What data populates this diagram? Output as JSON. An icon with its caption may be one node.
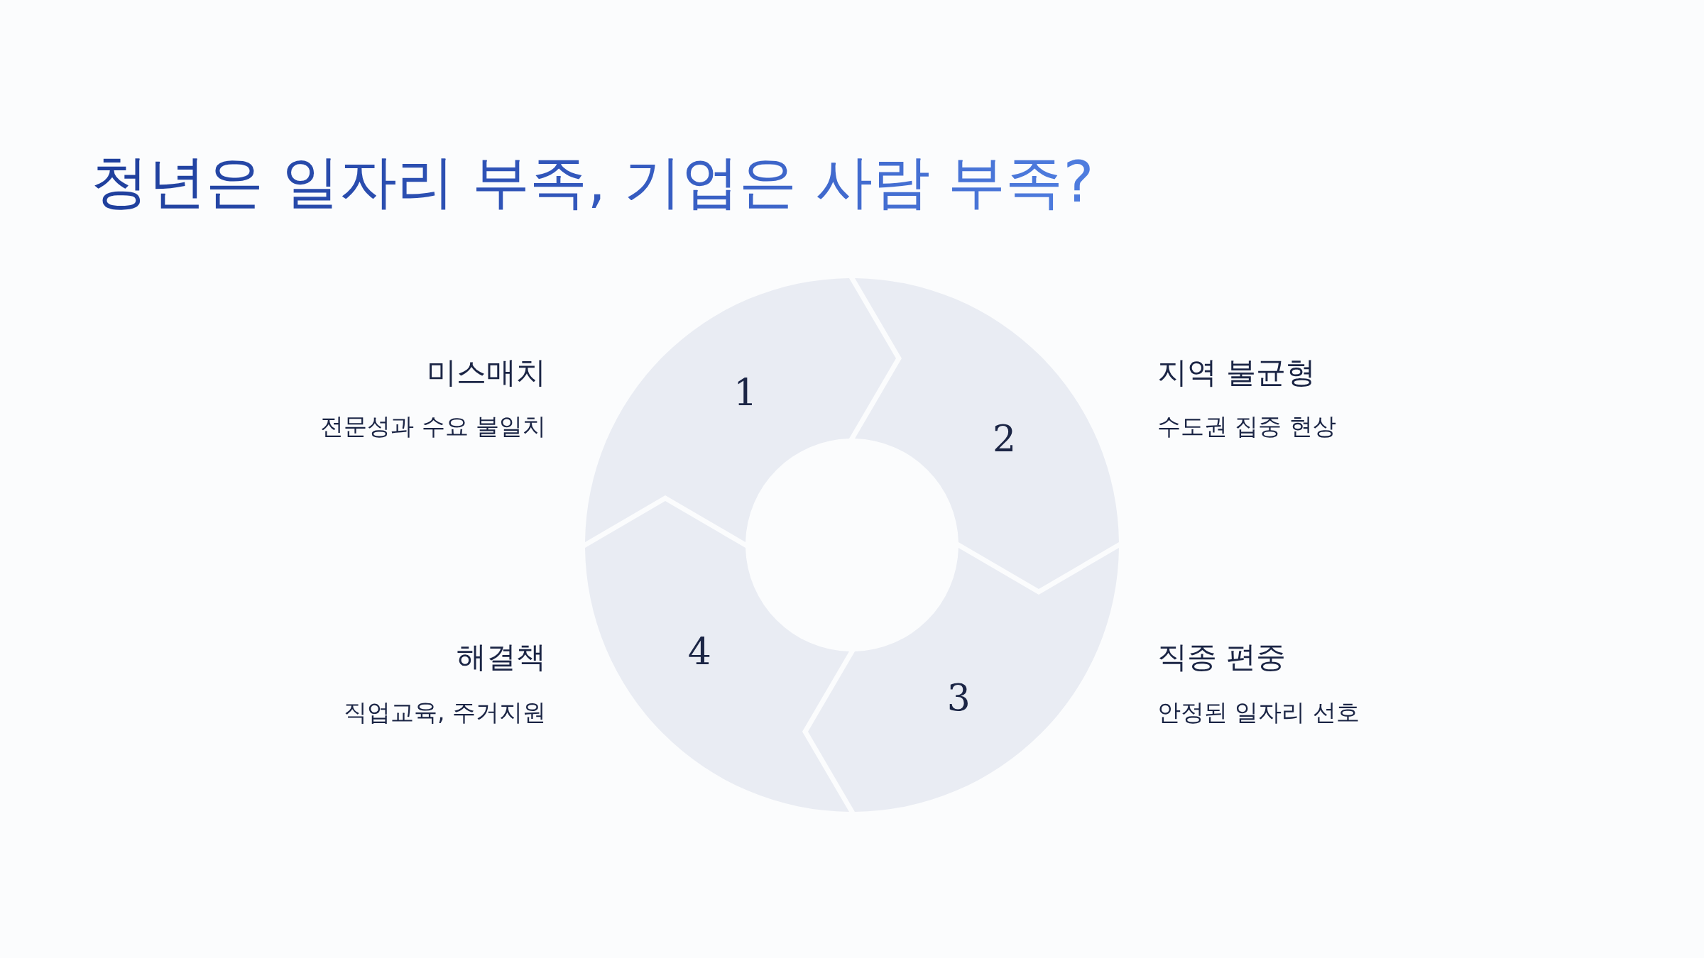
{
  "diagram": {
    "title": "청년은 일자리 부족, 기업은 사람 부족?",
    "nodes": [
      {
        "text": [
          "1"
        ],
        "beside": [
          "미스매치",
          "전문성과 수요 불일치"
        ]
      },
      {
        "text": [
          "2"
        ],
        "beside": [
          "지역 불균형",
          "수도권 집중 현상"
        ]
      },
      {
        "text": [
          "3"
        ],
        "beside": [
          "직종 편중",
          "안정된 일자리 선호"
        ]
      },
      {
        "text": [
          "4"
        ],
        "beside": [
          "해결책",
          "직업교육, 주거지원"
        ]
      }
    ]
  }
}
